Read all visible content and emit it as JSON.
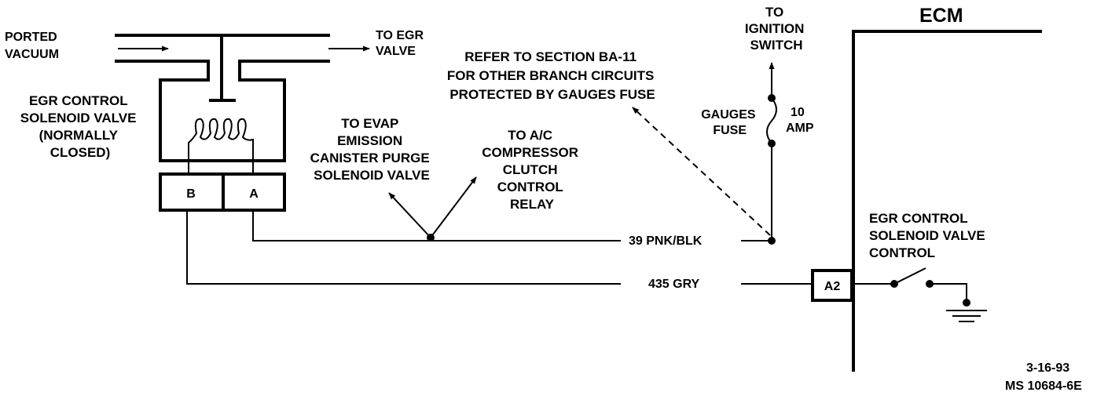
{
  "ported_vacuum": [
    "PORTED",
    "VACUUM"
  ],
  "to_egr_valve": [
    "TO EGR",
    "VALVE"
  ],
  "egr_solenoid": [
    "EGR CONTROL",
    "SOLENOID VALVE",
    "(NORMALLY",
    "CLOSED)"
  ],
  "connector_b": "B",
  "connector_a": "A",
  "to_evap": [
    "TO EVAP",
    "EMISSION",
    "CANISTER PURGE",
    "SOLENOID VALVE"
  ],
  "to_ac": [
    "TO A/C",
    "COMPRESSOR",
    "CLUTCH",
    "CONTROL",
    "RELAY"
  ],
  "refer_note": [
    "REFER TO SECTION BA-11",
    "FOR OTHER BRANCH CIRCUITS",
    "PROTECTED BY GAUGES FUSE"
  ],
  "to_ignition": [
    "TO",
    "IGNITION",
    "SWITCH"
  ],
  "gauges_fuse": [
    "GAUGES",
    "FUSE"
  ],
  "fuse_rating": [
    "10",
    "AMP"
  ],
  "wire_39": "39 PNK/BLK",
  "wire_435": "435 GRY",
  "ecm": "ECM",
  "a2_terminal": "A2",
  "egr_control_circuit": [
    "EGR CONTROL",
    "SOLENOID VALVE",
    "CONTROL"
  ],
  "date": "3-16-93",
  "drawing_no": "MS 10684-6E"
}
